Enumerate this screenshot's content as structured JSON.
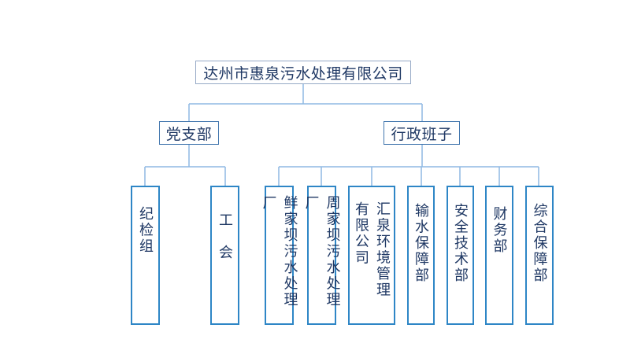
{
  "org": {
    "root": {
      "label": "达州市惠泉污水处理有限公司"
    },
    "branches": [
      {
        "label": "党支部",
        "children": [
          {
            "label": "纪检组"
          },
          {
            "label": "工　会"
          }
        ]
      },
      {
        "label": "行政班子",
        "children": [
          {
            "label": "鲜家坝污水处理厂"
          },
          {
            "label": "周家坝污水处理厂"
          },
          {
            "label": "汇泉环境管理\n有限公司"
          },
          {
            "label": "输水保障部"
          },
          {
            "label": "安全技术部"
          },
          {
            "label": "财务部"
          },
          {
            "label": "综合保障部"
          }
        ]
      }
    ]
  },
  "colors": {
    "text": "#1f3864",
    "root_border": "#96a9c6",
    "level2_border": "#4377ae",
    "level3_border": "#2e86c6",
    "connector": "#8fb9e3",
    "background": "#ffffff"
  }
}
